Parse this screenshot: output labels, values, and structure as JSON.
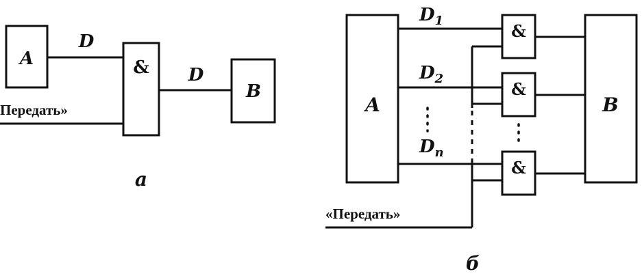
{
  "diagram_a": {
    "block_left": "A",
    "block_right": "B",
    "and_gate": "&",
    "signal_in": "D",
    "signal_out": "D",
    "control_label": "Передать»",
    "caption": "а"
  },
  "diagram_b": {
    "block_left": "A",
    "block_right": "B",
    "and_gate": "&",
    "lines": [
      {
        "base": "D",
        "sub": "1"
      },
      {
        "base": "D",
        "sub": "2"
      },
      {
        "base": "D",
        "sub": "n"
      }
    ],
    "control_label": "«Передать»",
    "caption": "б"
  }
}
